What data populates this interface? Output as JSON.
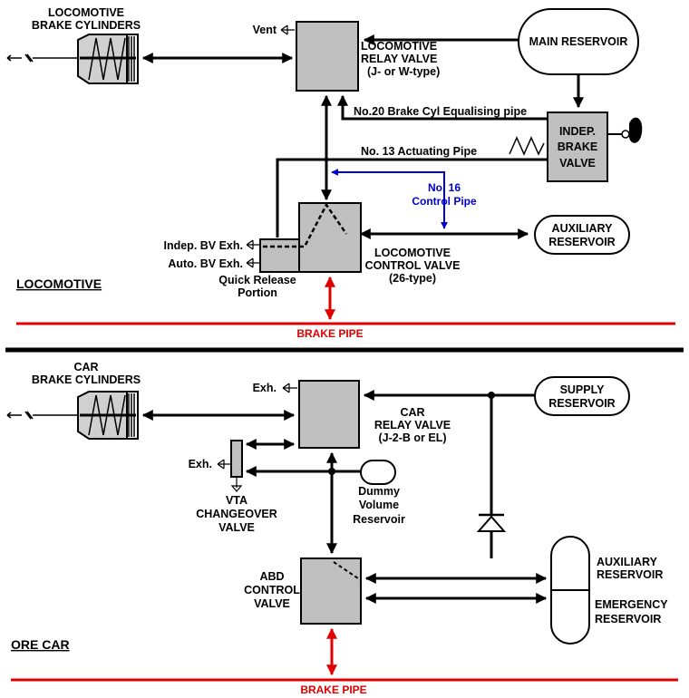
{
  "locomotive": {
    "section_label": "LOCOMOTIVE",
    "brake_cylinders_l1": "LOCOMOTIVE",
    "brake_cylinders_l2": "BRAKE CYLINDERS",
    "vent": "Vent",
    "relay_valve_l1": "LOCOMOTIVE",
    "relay_valve_l2": "RELAY VALVE",
    "relay_valve_l3": "(J- or W-type)",
    "main_reservoir": "MAIN RESERVOIR",
    "equalising_pipe": "No.20 Brake Cyl Equalising pipe",
    "indep_valve_l1": "INDEP.",
    "indep_valve_l2": "BRAKE",
    "indep_valve_l3": "VALVE",
    "actuating_pipe": "No. 13 Actuating Pipe",
    "control_pipe_l1": "No. 16",
    "control_pipe_l2": "Control Pipe",
    "aux_res_l1": "AUXILIARY",
    "aux_res_l2": "RESERVOIR",
    "indep_exh": "Indep. BV Exh.",
    "auto_exh": "Auto. BV Exh.",
    "quick_release_l1": "Quick Release",
    "quick_release_l2": "Portion",
    "control_valve_l1": "LOCOMOTIVE",
    "control_valve_l2": "CONTROL VALVE",
    "control_valve_l3": "(26-type)",
    "brake_pipe": "BRAKE PIPE"
  },
  "car": {
    "section_label": "ORE CAR",
    "brake_cylinders_l1": "CAR",
    "brake_cylinders_l2": "BRAKE CYLINDERS",
    "exh_top": "Exh.",
    "relay_valve_l1": "CAR",
    "relay_valve_l2": "RELAY VALVE",
    "relay_valve_l3": "(J-2-B or EL)",
    "supply_res_l1": "SUPPLY",
    "supply_res_l2": "RESERVOIR",
    "exh_vta": "Exh.",
    "vta_l1": "VTA",
    "vta_l2": "CHANGEOVER",
    "vta_l3": "VALVE",
    "dummy_l1": "Dummy",
    "dummy_l2": "Volume",
    "dummy_l3": "Reservoir",
    "abd_l1": "ABD",
    "abd_l2": "CONTROL",
    "abd_l3": "VALVE",
    "aux_res_l1": "AUXILIARY",
    "aux_res_l2": "RESERVOIR",
    "emer_res_l1": "EMERGENCY",
    "emer_res_l2": "RESERVOIR",
    "brake_pipe": "BRAKE PIPE"
  },
  "colors": {
    "valve_fill": "#c0c0c0",
    "brake_pipe": "#e00000",
    "control_pipe": "#0000cc",
    "divider": "#000000"
  }
}
